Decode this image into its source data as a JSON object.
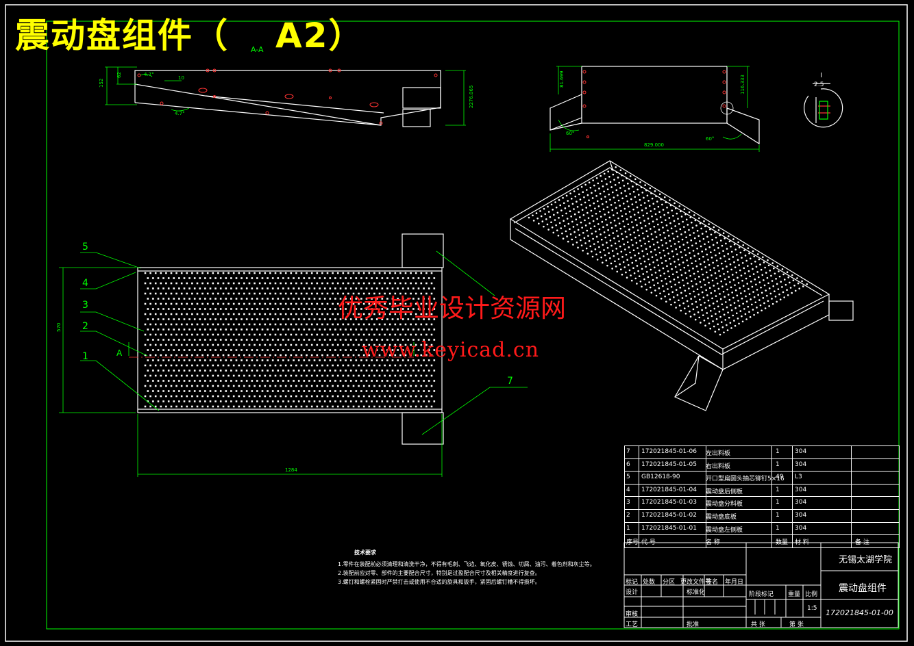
{
  "title": "震动盘组件（  A2）",
  "title_main": "震动盘组件（",
  "title_size": "A2）",
  "section_label": "A-A",
  "detail_label": "I",
  "detail_scale": "2:5",
  "section_marker": "A",
  "watermark_cn": "优秀毕业设计资源网",
  "watermark_url": "www.keyicad.cn",
  "balloons": [
    "1",
    "2",
    "3",
    "4",
    "5",
    "7"
  ],
  "dimensions": {
    "overall_width": "1284",
    "overall_height": "570",
    "side_height": "152",
    "side_small": "62",
    "side_right": "2276.065",
    "angle_top": "4.7°",
    "angle_bottom": "4.7°",
    "end_width": "829.000",
    "end_left": "81.699",
    "end_right": "116.333",
    "end_angle_left": "60°",
    "end_angle_right": "60°",
    "tick": "10"
  },
  "tech_notes": {
    "heading": "技术要求",
    "items": [
      "1.零件在装配前必须清理和清洗干净，不得有毛刺、飞边、氧化皮、锈蚀、切屑、油污、着色剂和灰尘等。",
      "2.装配前应对零、部件的主要配合尺寸，特别是过盈配合尺寸及相关精度进行复查。",
      "3.螺钉和螺栓紧固时严禁打击或使用不合适的旋具和扳手，紧固后螺钉槽不得损坏。"
    ]
  },
  "bom": {
    "rows": [
      {
        "no": "7",
        "code": "172021845-01-06",
        "name": "左出料板",
        "qty": "1",
        "mat": "304"
      },
      {
        "no": "6",
        "code": "172021845-01-05",
        "name": "右出料板",
        "qty": "1",
        "mat": "304"
      },
      {
        "no": "5",
        "code": "GB12618-90",
        "name": "开口型扁圆头抽芯铆钉5×16",
        "qty": "49",
        "mat": "L3"
      },
      {
        "no": "4",
        "code": "172021845-01-04",
        "name": "震动盘后侧板",
        "qty": "1",
        "mat": "304"
      },
      {
        "no": "3",
        "code": "172021845-01-03",
        "name": "震动盘分料板",
        "qty": "1",
        "mat": "304"
      },
      {
        "no": "2",
        "code": "172021845-01-02",
        "name": "震动盘底板",
        "qty": "1",
        "mat": "304"
      },
      {
        "no": "1",
        "code": "172021845-01-01",
        "name": "震动盘左侧板",
        "qty": "1",
        "mat": "304"
      }
    ],
    "header": {
      "no": "序号",
      "code": "代  号",
      "name": "名    称",
      "qty": "数量",
      "mat": "材    料",
      "note": "备  注"
    }
  },
  "title_block": {
    "school": "无锡太湖学院",
    "part_name": "震动盘组件",
    "drawing_no": "172021845-01-00",
    "scale": "1:5",
    "labels": {
      "mark": "标记",
      "count": "处数",
      "zone": "分区",
      "doc": "更改文件号",
      "sign": "签名",
      "date": "年月日",
      "design": "设计",
      "std": "标准化",
      "stage": "阶段标记",
      "weight": "重量",
      "ratio": "比例",
      "review": "审核",
      "craft": "工艺",
      "approve": "批准",
      "sheets": "共  张",
      "sheet": "第  张"
    }
  }
}
